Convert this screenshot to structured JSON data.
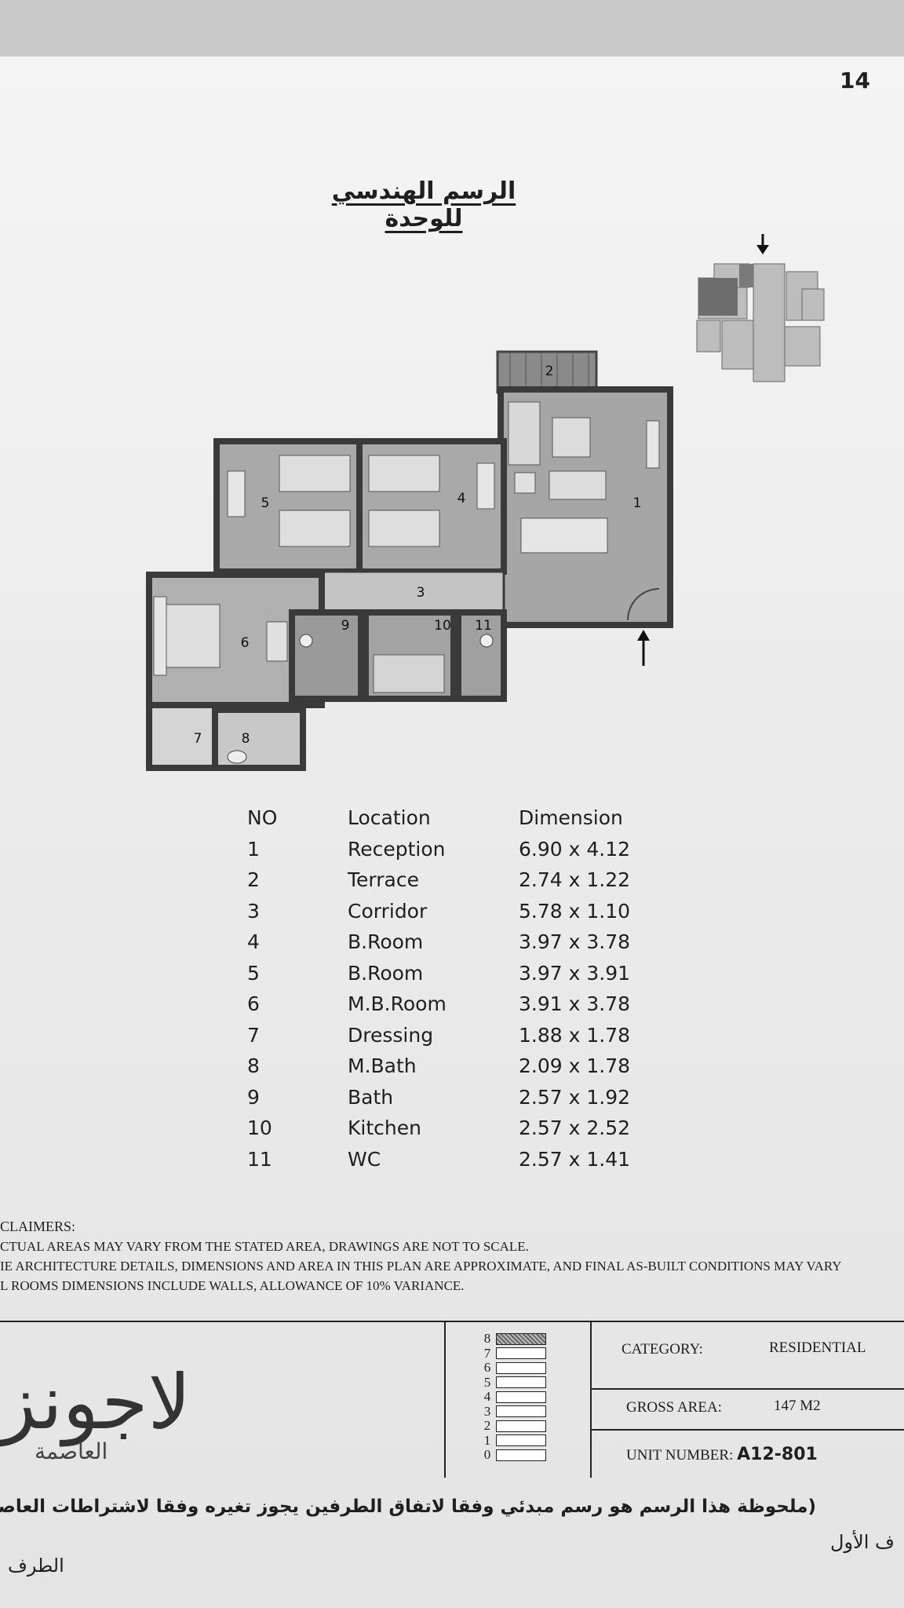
{
  "page_number": "14",
  "title": "الرسم الهندسي للوحدة",
  "plan_room_numbers": [
    "1",
    "2",
    "3",
    "4",
    "5",
    "6",
    "7",
    "8",
    "9",
    "10",
    "11"
  ],
  "table": {
    "headers": [
      "NO",
      "Location",
      "Dimension"
    ],
    "rows": [
      [
        "1",
        "Reception",
        "6.90 x 4.12"
      ],
      [
        "2",
        "Terrace",
        "2.74 x 1.22"
      ],
      [
        "3",
        "Corridor",
        "5.78 x 1.10"
      ],
      [
        "4",
        "B.Room",
        "3.97 x 3.78"
      ],
      [
        "5",
        "B.Room",
        "3.97 x 3.91"
      ],
      [
        "6",
        "M.B.Room",
        "3.91 x 3.78"
      ],
      [
        "7",
        "Dressing",
        "1.88 x 1.78"
      ],
      [
        "8",
        "M.Bath",
        "2.09 x 1.78"
      ],
      [
        "9",
        "Bath",
        "2.57 x 1.92"
      ],
      [
        "10",
        "Kitchen",
        "2.57 x 2.52"
      ],
      [
        "11",
        "WC",
        "2.57 x 1.41"
      ]
    ]
  },
  "disclaimers": {
    "heading": "CLAIMERS:",
    "lines": [
      "CTUAL AREAS MAY VARY FROM THE STATED AREA, DRAWINGS ARE NOT TO SCALE.",
      "IE ARCHITECTURE DETAILS, DIMENSIONS AND AREA IN THIS PLAN ARE APPROXIMATE, AND FINAL AS-BUILT CONDITIONS MAY VARY",
      "L ROOMS DIMENSIONS INCLUDE WALLS, ALLOWANCE OF 10% VARIANCE."
    ]
  },
  "logo": {
    "main": "لاجونز",
    "sub": "العاصمة"
  },
  "floors": [
    "8",
    "7",
    "6",
    "5",
    "4",
    "3",
    "2",
    "1",
    "0"
  ],
  "active_floor": "8",
  "title_block": {
    "category_label": "CATEGORY:",
    "category_value": "RESIDENTIAL",
    "gross_area_label": "GROSS AREA:",
    "gross_area_value": "147 M2",
    "unit_label": "UNIT NUMBER:",
    "unit_value": "A12-801"
  },
  "note": "(ملحوظة هذا الرسم هو رسم مبدئي وفقا لاتفاق الطرفين يجوز تغيره وفقا لاشتراطات العاصمة)",
  "fragment_right": "ف الأول",
  "fragment_left": "الطرف"
}
